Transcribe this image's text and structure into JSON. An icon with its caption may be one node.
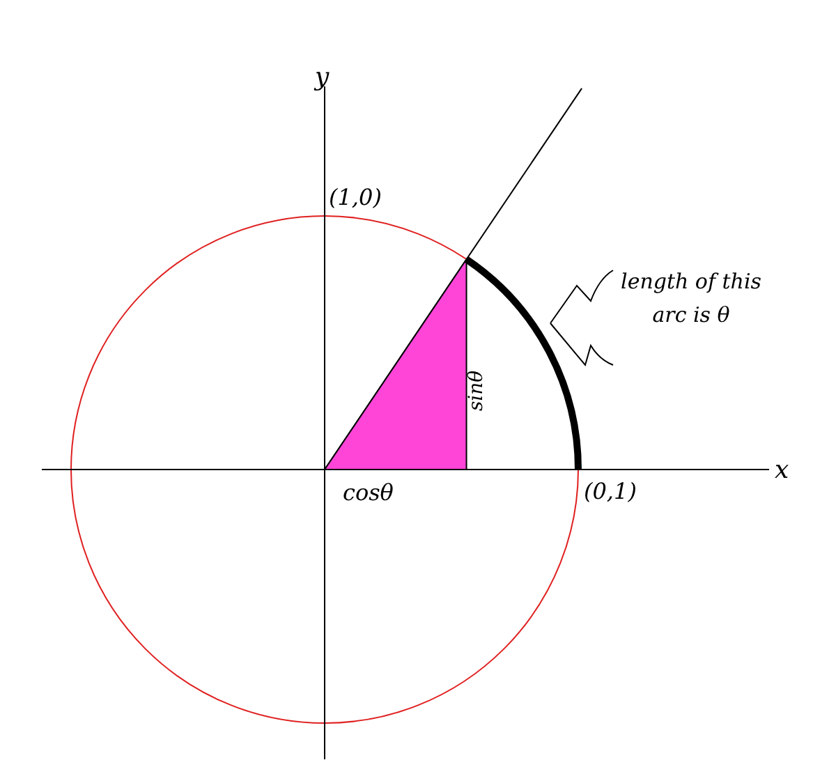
{
  "diagram": {
    "labels": [
      "y",
      "(1,0)",
      "length of this arc is θ",
      "sinθ",
      "x",
      "cosθ",
      "(0,1)"
    ]
  }
}
